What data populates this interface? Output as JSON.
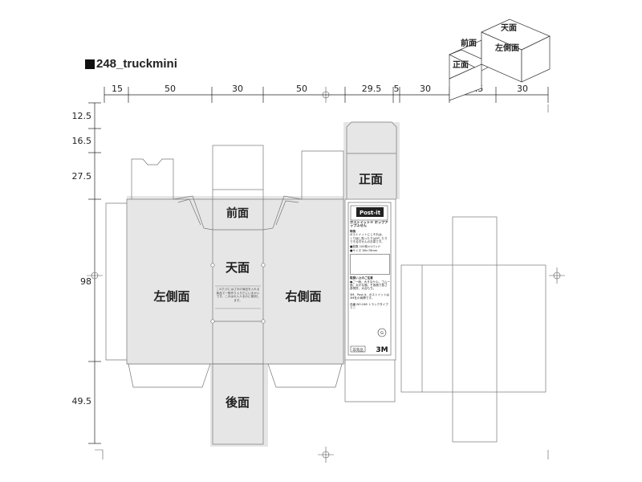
{
  "title": "248_truckmini",
  "top_dimensions": [
    "15",
    "50",
    "30",
    "50",
    "29.5",
    "5",
    "30",
    "27.5",
    "30"
  ],
  "left_dimensions": [
    "12.5",
    "16.5",
    "27.5",
    "98",
    "49.5"
  ],
  "faces": {
    "front_top": "前面",
    "top": "天面",
    "left_side": "左側面",
    "right_side": "右側面",
    "back": "後面",
    "front": "正面"
  },
  "iso_labels": {
    "top": "天面",
    "front_side": "前面",
    "left_side": "左側面",
    "front": "正面"
  },
  "top_panel_note": "このたびにはさ引の商品を入れる商品で一般作り入りだにいまかいです。このはの入人るのに使用します。",
  "package": {
    "brand": "Post-it",
    "product_name": "ポストイット® ポップアップふせん",
    "spec_heading": "特長",
    "spec_lines": [
      "ポストイットにしそれは、",
      "くり返し貼ったりはがしたり",
      "できる付せんのお茶です。"
    ],
    "size_line": "■枚数 100枚×1パッド",
    "size_line2": "■サイズ 38×76mm",
    "usage_heading": "取扱い上のご注意",
    "usage_text": "●ご一面、大きなケ心、ゴム一面、大かな面。そ各面で各さ各物質、大合もち。",
    "maker_note": "3M、Post-it、ポストイットは3M社の商標です。",
    "code": "品番 NO.248 トラックタイプミニ",
    "badge": "非売品",
    "logo": "3M",
    "mark_label": "G"
  }
}
